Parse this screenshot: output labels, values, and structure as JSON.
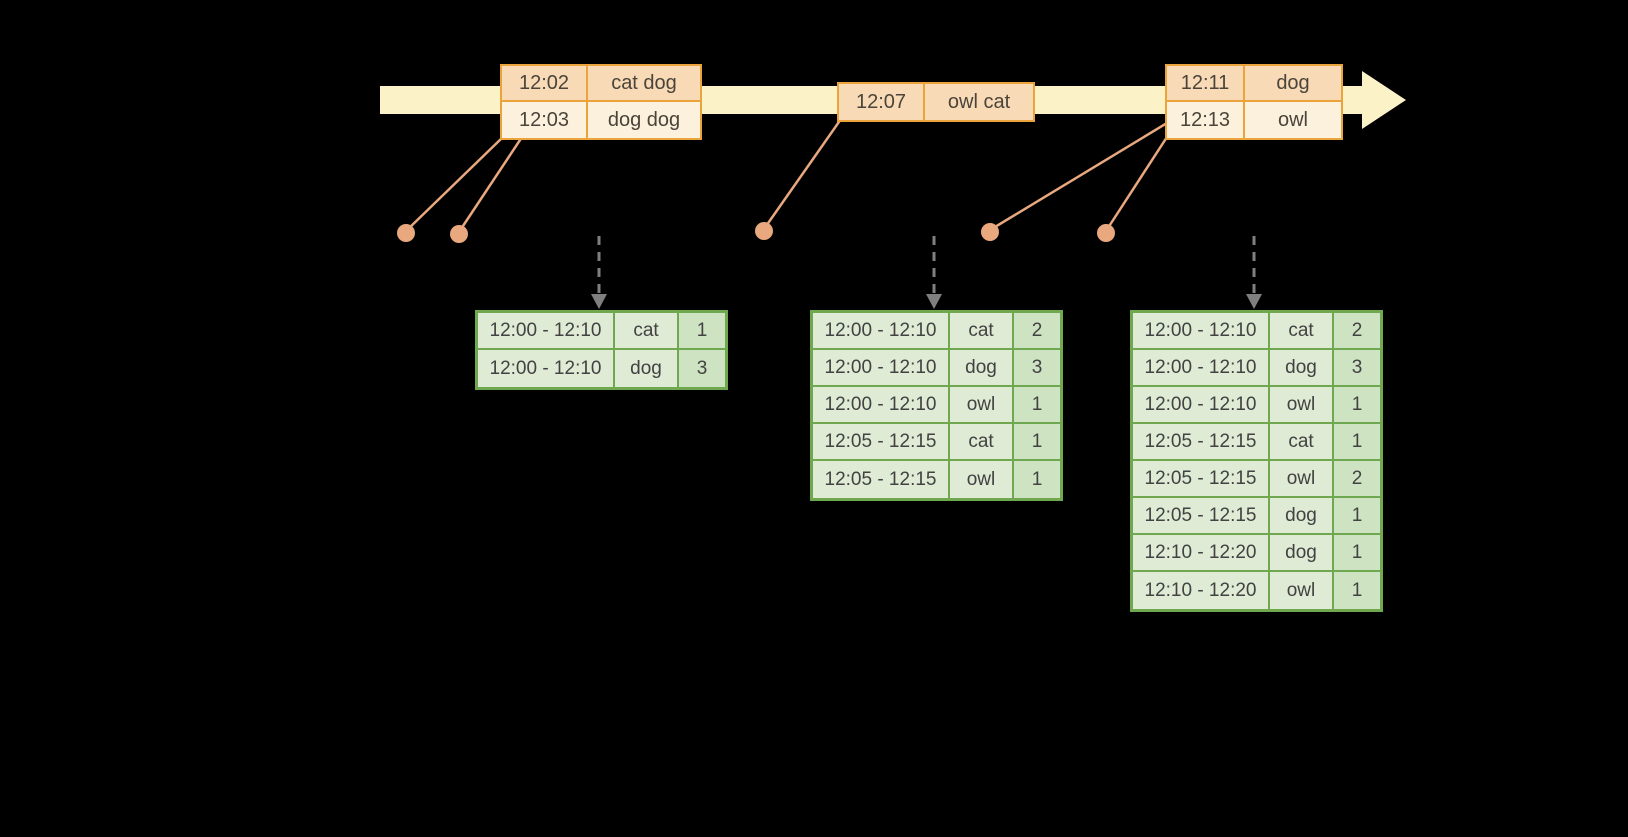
{
  "colors": {
    "background": "#000000",
    "timeline_arrow": "#FBF2C8",
    "event_table_border": "#EBA33C",
    "event_row_dark_fill": "#F9DAB6",
    "event_row_light_fill": "#FCF1DC",
    "connector_line": "#E9A87E",
    "event_dot": "#E9A87E",
    "trigger_arrow": "#7F7F7F",
    "result_table_border": "#70A850",
    "result_cell_fill": "#DFEBD5",
    "result_count_fill": "#CEE3C1",
    "table_text": "#4A4A4A"
  },
  "event_tables": [
    {
      "rows": [
        {
          "time": "12:02",
          "words": "cat dog"
        },
        {
          "time": "12:03",
          "words": "dog dog"
        }
      ]
    },
    {
      "rows": [
        {
          "time": "12:07",
          "words": "owl cat"
        }
      ]
    },
    {
      "rows": [
        {
          "time": "12:11",
          "words": "dog"
        },
        {
          "time": "12:13",
          "words": "owl"
        }
      ]
    }
  ],
  "result_tables": [
    {
      "rows": [
        {
          "window": "12:00 - 12:10",
          "word": "cat",
          "count": "1"
        },
        {
          "window": "12:00 - 12:10",
          "word": "dog",
          "count": "3"
        }
      ]
    },
    {
      "rows": [
        {
          "window": "12:00 - 12:10",
          "word": "cat",
          "count": "2"
        },
        {
          "window": "12:00 - 12:10",
          "word": "dog",
          "count": "3"
        },
        {
          "window": "12:00 - 12:10",
          "word": "owl",
          "count": "1"
        },
        {
          "window": "12:05 - 12:15",
          "word": "cat",
          "count": "1"
        },
        {
          "window": "12:05 - 12:15",
          "word": "owl",
          "count": "1"
        }
      ]
    },
    {
      "rows": [
        {
          "window": "12:00 - 12:10",
          "word": "cat",
          "count": "2"
        },
        {
          "window": "12:00 - 12:10",
          "word": "dog",
          "count": "3"
        },
        {
          "window": "12:00 - 12:10",
          "word": "owl",
          "count": "1"
        },
        {
          "window": "12:05 - 12:15",
          "word": "cat",
          "count": "1"
        },
        {
          "window": "12:05 - 12:15",
          "word": "owl",
          "count": "2"
        },
        {
          "window": "12:05 - 12:15",
          "word": "dog",
          "count": "1"
        },
        {
          "window": "12:10 - 12:20",
          "word": "dog",
          "count": "1"
        },
        {
          "window": "12:10 - 12:20",
          "word": "owl",
          "count": "1"
        }
      ]
    }
  ]
}
